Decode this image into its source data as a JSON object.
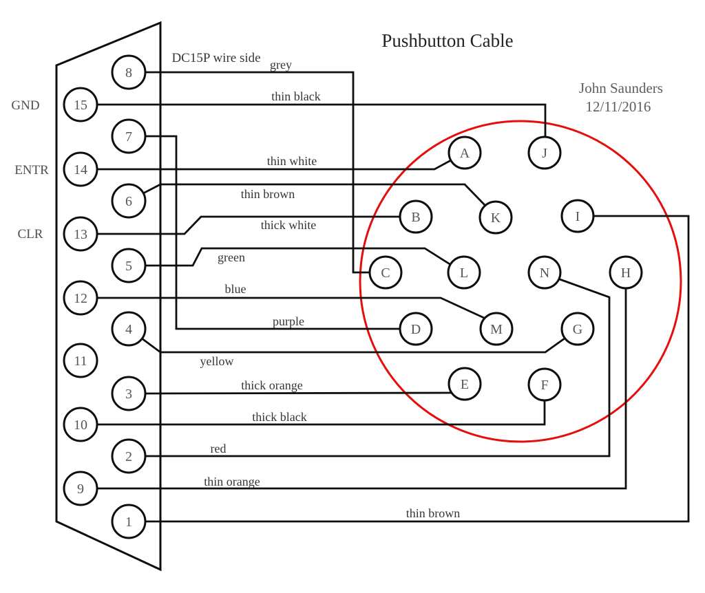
{
  "title": "Pushbutton Cable",
  "author": {
    "name": "John Saunders",
    "date": "12/11/2016"
  },
  "colors": {
    "wire": "#0e0e0e",
    "highlight_circle": "#e60d0d",
    "background": "#ffffff"
  },
  "dsub": {
    "label": "DC15P wire side",
    "signal_labels": [
      {
        "text": "GND",
        "pin": "15"
      },
      {
        "text": "ENTR",
        "pin": "14"
      },
      {
        "text": "CLR",
        "pin": "13"
      }
    ],
    "pins": [
      "8",
      "15",
      "7",
      "14",
      "6",
      "13",
      "5",
      "12",
      "4",
      "11",
      "3",
      "10",
      "2",
      "9",
      "1"
    ]
  },
  "circular": {
    "pins": [
      "A",
      "J",
      "B",
      "K",
      "I",
      "C",
      "L",
      "N",
      "H",
      "D",
      "M",
      "G",
      "E",
      "F"
    ]
  },
  "wires": [
    {
      "label": "grey",
      "from": "8",
      "to": "C"
    },
    {
      "label": "thin black",
      "from": "15",
      "to": "J"
    },
    {
      "label": "thin white",
      "from": "14",
      "to": "A"
    },
    {
      "label": "thin brown",
      "from": "6",
      "to": "K"
    },
    {
      "label": "thick white",
      "from": "13",
      "to": "B"
    },
    {
      "label": "green",
      "from": "5",
      "to": "L"
    },
    {
      "label": "blue",
      "from": "12",
      "to": "M"
    },
    {
      "label": "purple",
      "from": "7",
      "to": "D"
    },
    {
      "label": "yellow",
      "from": "4",
      "to": "G"
    },
    {
      "label": "thick orange",
      "from": "3",
      "to": "E"
    },
    {
      "label": "thick black",
      "from": "10",
      "to": "F"
    },
    {
      "label": "red",
      "from": "2",
      "to": "N"
    },
    {
      "label": "thin orange",
      "from": "9",
      "to": "H"
    },
    {
      "label": "thin brown",
      "from": "1",
      "to": "I"
    }
  ]
}
